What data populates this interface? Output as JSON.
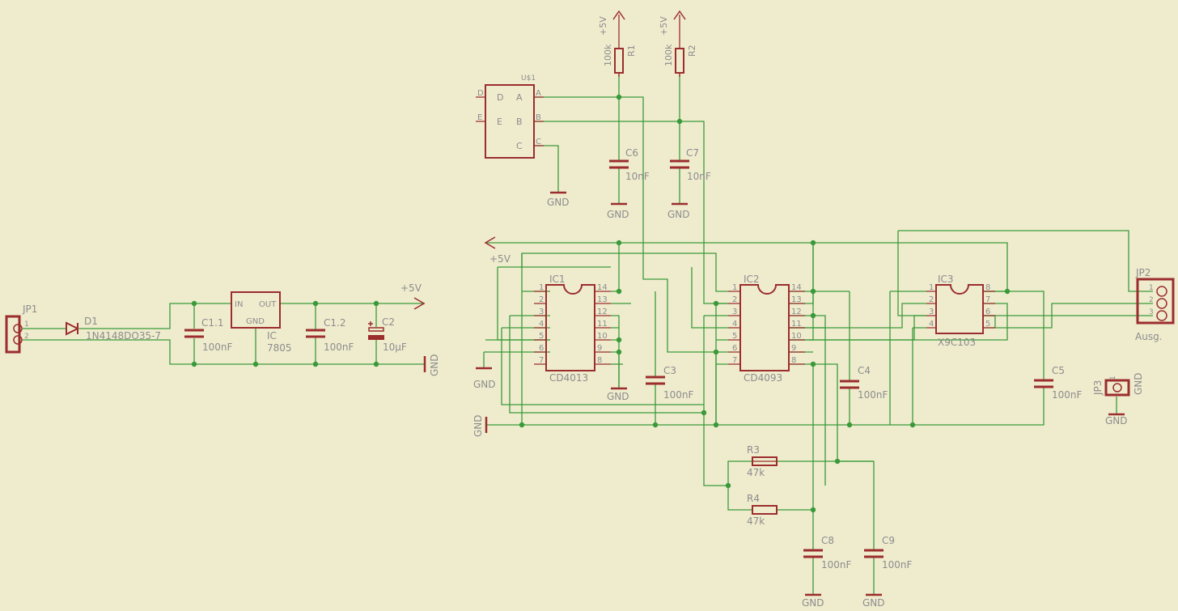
{
  "colors": {
    "background": "#efecce",
    "wire": "#3a9a3a",
    "part": "#9b2d2d",
    "text": "#8c8c8c"
  },
  "power": {
    "jp1": {
      "name": "JP1",
      "pins": [
        "1",
        "2"
      ]
    },
    "d1": {
      "name": "D1",
      "value": "1N4148DO35-7"
    },
    "c11": {
      "name": "C1.1",
      "value": "100nF"
    },
    "reg": {
      "name": "IC",
      "value": "7805",
      "in_label": "IN",
      "out_label": "OUT",
      "gnd_label": "GND"
    },
    "c12": {
      "name": "C1.2",
      "value": "100nF"
    },
    "c2": {
      "name": "C2",
      "value": "10µF"
    },
    "vcc_label": "+5V",
    "gnd_label": "GND"
  },
  "encoder": {
    "name": "U$1",
    "pins": [
      "D",
      "A",
      "E",
      "B",
      "C"
    ]
  },
  "pullups": [
    {
      "name": "R1",
      "value": "100k",
      "supply": "+5V"
    },
    {
      "name": "R2",
      "value": "100k",
      "supply": "+5V"
    }
  ],
  "filter_caps": [
    {
      "name": "C6",
      "value": "10nF",
      "gnd": "GND"
    },
    {
      "name": "C7",
      "value": "10nF",
      "gnd": "GND"
    }
  ],
  "enc_gnd": "GND",
  "rails": {
    "vcc": "+5V",
    "gnd": "GND",
    "ic1_gnd": "GND"
  },
  "ic1": {
    "name": "IC1",
    "value": "CD4013",
    "gnd": "GND",
    "left_pins": [
      "1",
      "2",
      "3",
      "4",
      "5",
      "6",
      "7"
    ],
    "right_pins": [
      "14",
      "13",
      "12",
      "11",
      "10",
      "9",
      "8"
    ]
  },
  "ic2": {
    "name": "IC2",
    "value": "CD4093",
    "left_pins": [
      "1",
      "2",
      "3",
      "4",
      "5",
      "6",
      "7"
    ],
    "right_pins": [
      "14",
      "13",
      "12",
      "11",
      "10",
      "9",
      "8"
    ]
  },
  "ic3": {
    "name": "IC3",
    "value": "X9C103",
    "left_pins": [
      "1",
      "2",
      "3",
      "4"
    ],
    "right_pins": [
      "8",
      "7",
      "6",
      "5"
    ]
  },
  "c3": {
    "name": "C3",
    "value": "100nF"
  },
  "c4": {
    "name": "C4",
    "value": "100nF"
  },
  "c5": {
    "name": "C5",
    "value": "100nF"
  },
  "jp2": {
    "name": "JP2",
    "value": "Ausg.",
    "pins": [
      "1",
      "2",
      "3"
    ]
  },
  "jp3": {
    "name": "JP3",
    "pin": "1",
    "gnd": "GND",
    "gnd_side": "GND"
  },
  "r3": {
    "name": "R3",
    "value": "47k"
  },
  "r4": {
    "name": "R4",
    "value": "47k"
  },
  "c8": {
    "name": "C8",
    "value": "100nF",
    "gnd": "GND"
  },
  "c9": {
    "name": "C9",
    "value": "100nF",
    "gnd": "GND"
  }
}
